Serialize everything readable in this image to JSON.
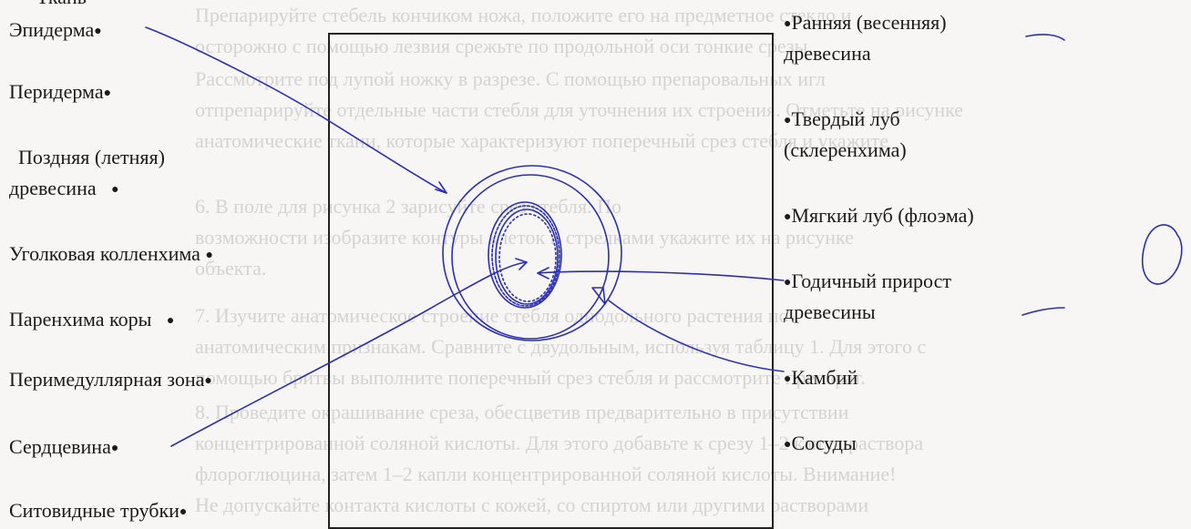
{
  "background_text": [
    "Препарируйте стебель кончиком ножа, положите его на предметное стекло и",
    "осторожно с помощью лезвия срежьте по продольной оси тонкие срезы.",
    "Рассмотрите под лупой ножку в разрезе. С помощью препаровальных игл",
    "отпрепарируйте отдельные части стебля для уточнения их строения. Отметьте на рисунке",
    "анатомические ткани, которые характеризуют поперечный срез стебля и укажите",
    "        6.      В поле для рисунка 2 зарисуйте срез стебля. По",
    "возможности изобразите контуры клеток и стрелками укажите их на рисунке",
    "объекта.",
    "        7.      Изучите анатомическое строение стебля однодольного растения по",
    "анатомическим признакам. Сравните с двудольным, используя таблицу 1. Для этого с",
    "помощью бритвы выполните поперечный срез стебля и рассмотрите препарат.",
    "        8.      Проведите окрашивание среза, обесцветив предварительно в присутствии",
    "концентрированной соляной кислоты. Для этого добавьте к срезу 1–2 капли раствора",
    "флороглюцина, затем 1–2 капли концентрированной соляной кислоты. Внимание!",
    "Не допускайте контакта кислоты с кожей, со спиртом или другими растворами"
  ],
  "left_labels": [
    "Эпидерма",
    "Перидерма",
    "Поздняя (летняя)",
    "древесина",
    "Уголковая  колленхима",
    "Паренхима коры",
    "Перимедуллярная зона",
    "Сердцевина",
    "Ситовидные трубки"
  ],
  "right_labels": [
    "Ранняя (весенняя)",
    "древесина",
    "Твердый луб",
    "(склеренхима)",
    "Мягкий луб (флоэма)",
    "Годичный прирост",
    "древесины",
    "Камбий",
    "Сосуды"
  ],
  "top_partial": "Ткань",
  "bullet": "●"
}
